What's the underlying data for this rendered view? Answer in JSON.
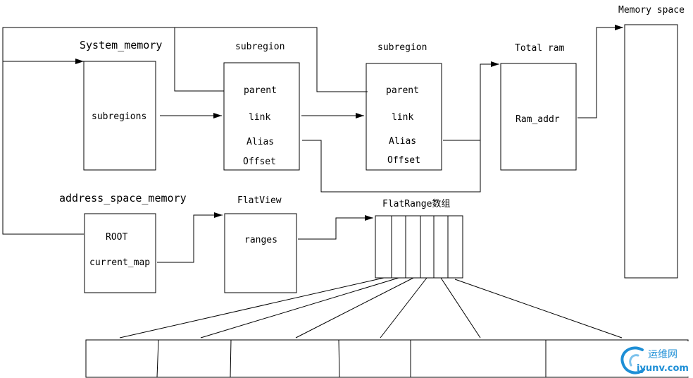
{
  "labels": {
    "memory_space": "Memory space",
    "system_memory": "System_memory",
    "subregion_1": "subregion",
    "subregion_2": "subregion",
    "total_ram": "Total ram",
    "address_space_memory": "address_space_memory",
    "flatview": "FlatView",
    "flatrange_array": "FlatRange数组"
  },
  "system_memory_box": {
    "field": "subregions"
  },
  "subregion_1_box": {
    "fields": [
      "parent",
      "link",
      "Alias",
      "Offset"
    ]
  },
  "subregion_2_box": {
    "fields": [
      "parent",
      "link",
      "Alias",
      "Offset"
    ]
  },
  "total_ram_box": {
    "field": "Ram_addr"
  },
  "address_space_box": {
    "fields": [
      "ROOT",
      "current_map"
    ]
  },
  "flatview_box": {
    "field": "ranges"
  },
  "watermark": {
    "name_cn": "运维网",
    "domain": "iyunv.com",
    "accent_color": "#1e8fd6"
  }
}
